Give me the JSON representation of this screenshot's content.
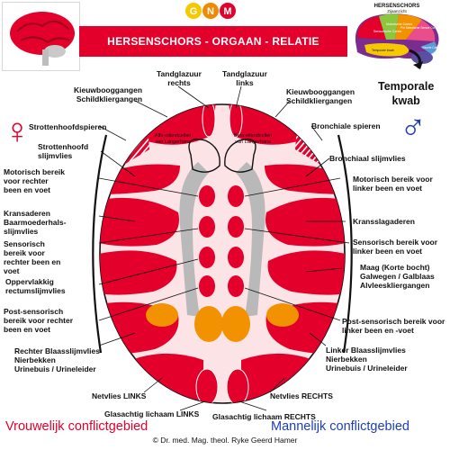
{
  "header": {
    "title": "HERSENSCHORS - ORGAAN - RELATIE",
    "logo_letters": [
      "G",
      "N",
      "M"
    ],
    "lobe_title": "HERSENSCHORS",
    "lobe_subtitle": "Zijaanzicht",
    "lobe_labels": [
      "Sensorische Cortex",
      "Motorische Cortex",
      "Pre Motorische Sensor Cortex",
      "Visuele Cortex",
      "Temporale kwab"
    ],
    "temporale_line1": "Temporale",
    "temporale_line2": "kwab"
  },
  "symbols": {
    "female": "♀",
    "male": "♂"
  },
  "labels": {
    "tandglazuur_rechts": [
      "Tandglazuur",
      "rechts"
    ],
    "tandglazuur_links": [
      "Tandglazuur",
      "links"
    ],
    "kieuw_left": [
      "Kieuwbooggangen",
      "Schildkliergangen"
    ],
    "kieuw_right": [
      "Kieuwbooggangen",
      "Schildkliergangen"
    ],
    "alfa": [
      "Alfa-eilandcellen",
      "van Langerhans"
    ],
    "beta": [
      "Beta-eilandcellen",
      "van Langerhans"
    ],
    "strottenhoofdspieren": [
      "Strottenhoofdspieren"
    ],
    "bronchiale_spieren": [
      "Bronchiale spieren"
    ],
    "strottenhoofd_slijmvlies": [
      "Strottenhoofd",
      "slijmvlies"
    ],
    "bronchiaal_slijmvlies": [
      "Bronchiaal slijmvlies"
    ],
    "motorisch_rechter": [
      "Motorisch bereik",
      "voor rechter",
      "been en voet"
    ],
    "motorisch_linker": [
      "Motorisch bereik voor",
      "linker been en voet"
    ],
    "kransaderen": [
      "Kransaderen",
      "Baarmoederhals-",
      "slijmvlies"
    ],
    "kransslagaderen": [
      "Kransslagaderen"
    ],
    "sensorisch_rechter": [
      "Sensorisch",
      "bereik voor",
      "rechter been en",
      "voet"
    ],
    "sensorisch_linker": [
      "Sensorisch bereik voor",
      "linker been en voet"
    ],
    "maag": [
      "Maag (Korte bocht)",
      "Galwegen  / Galblaas",
      "Alvleesklier­gangen"
    ],
    "oppervlakkig": [
      "Oppervlakkig",
      "rectumslijmvlies"
    ],
    "post_sensorisch_rechter": [
      "Post-sensorisch",
      "bereik voor rechter",
      "been en voet"
    ],
    "post_sensorisch_linker": [
      "Post-sensorisch bereik voor",
      "linker been en -voet"
    ],
    "blaas_rechter": [
      "Rechter Blaasslijmvlies",
      "Nierbekken",
      "Urinebuis / Urineleider"
    ],
    "blaas_linker": [
      "Linker Blaasslijmvlies",
      "Nierbekken",
      "Urinebuis / Urineleider"
    ],
    "netvlies_links": [
      "Netvlies LINKS"
    ],
    "netvlies_rechts": [
      "Netvlies RECHTS"
    ],
    "glasachtig_links": [
      "Glasachtig lichaam LINKS"
    ],
    "glasachtig_rechts": [
      "Glasachtig lichaam RECHTS"
    ]
  },
  "footer": {
    "vrouwelijk": "Vrouwelijk conflictgebied",
    "mannelijk": "Mannelijk conflictgebied",
    "copyright": "© Dr. med. Mag. theol. Ryke Geerd Hamer"
  },
  "colors": {
    "red": "#e3002b",
    "orange": "#f39200",
    "gray": "#b9b9b9",
    "pale_pink": "#fbe3e6",
    "female_red": "#e3002b",
    "male_blue": "#1f3fb0",
    "logo_yellow": "#f6c800",
    "logo_orange": "#f08a00",
    "logo_red": "#e3002b"
  }
}
